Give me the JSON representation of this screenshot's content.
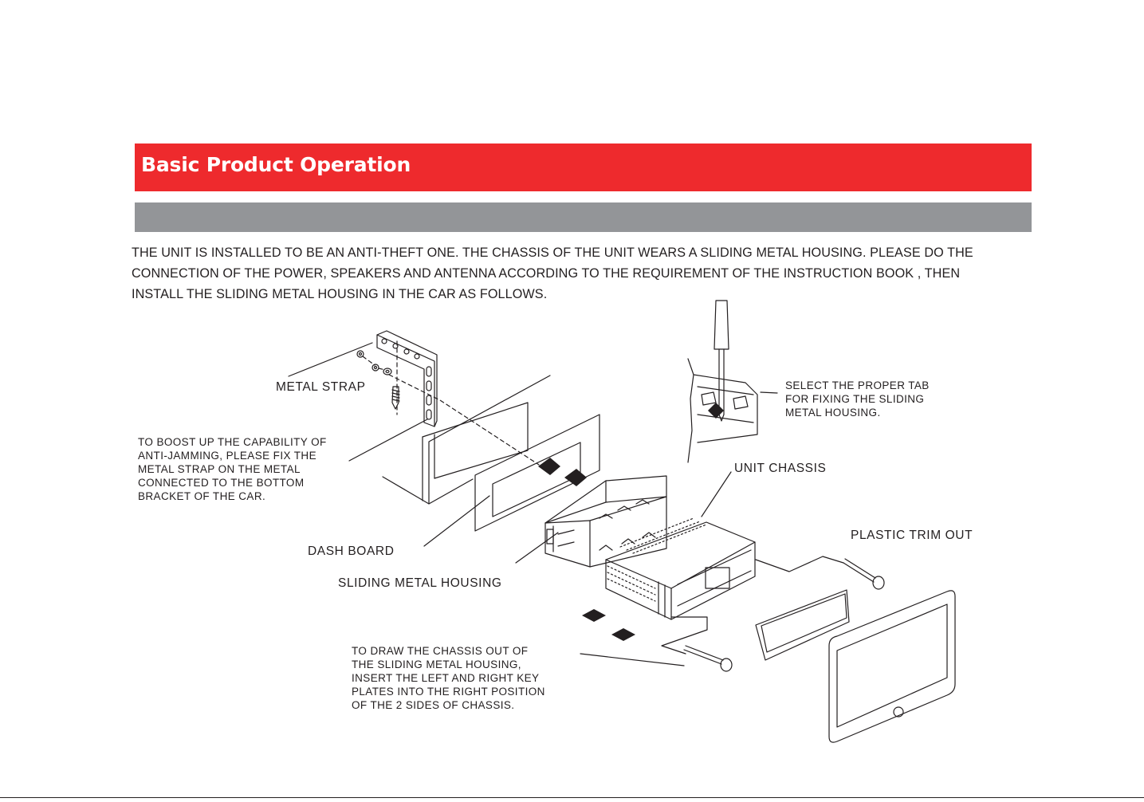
{
  "header": {
    "title": "Basic Product Operation",
    "title_bar_color": "#ee2a2d",
    "subheader_bar_color": "#939598"
  },
  "intro": {
    "lines": [
      "THE UNIT IS INSTALLED TO BE AN ANTI-THEFT ONE. THE CHASSIS OF THE UNIT WEARS A SLIDING METAL HOUSING. PLEASE DO THE",
      "CONNECTION OF THE POWER, SPEAKERS AND ANTENNA ACCORDING TO THE REQUIREMENT OF THE INSTRUCTION BOOK , THEN",
      "INSTALL THE SLIDING METAL HOUSING IN THE CAR AS FOLLOWS."
    ]
  },
  "diagram": {
    "labels": {
      "metal_strap": "METAL STRAP",
      "dash_board": "DASH BOARD",
      "sliding_metal_housing": "SLIDING METAL HOUSING",
      "unit_chassis": "UNIT CHASSIS",
      "plastic_trim_out": "PLASTIC TRIM OUT"
    },
    "notes": {
      "anti_jamming": [
        "TO BOOST UP THE CAPABILITY OF",
        "ANTI-JAMMING, PLEASE FIX THE",
        "METAL STRAP ON THE METAL",
        "CONNECTED TO THE BOTTOM",
        "BRACKET OF THE CAR."
      ],
      "select_tab": [
        "SELECT THE PROPER TAB",
        "FOR FIXING THE SLIDING",
        "METAL HOUSING."
      ],
      "draw_chassis": [
        "TO DRAW THE CHASSIS OUT OF",
        "THE SLIDING METAL HOUSING,",
        "INSERT THE LEFT AND RIGHT KEY",
        "PLATES INTO THE RIGHT POSITION",
        "OF THE 2 SIDES OF CHASSIS."
      ]
    },
    "icons": [
      "screwdriver-icon",
      "screw-icon",
      "washer-icon",
      "insert-arrow-icon",
      "key-plate-icon"
    ]
  }
}
